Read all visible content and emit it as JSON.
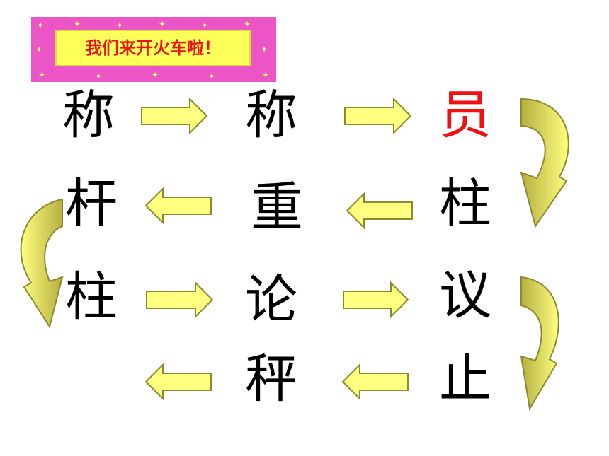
{
  "banner": {
    "title": "我们来开火车啦！"
  },
  "rows": [
    {
      "chars": [
        "称",
        "称",
        "员"
      ]
    },
    {
      "chars": [
        "杆",
        "重",
        "柱"
      ]
    },
    {
      "chars": [
        "柱",
        "论",
        "议"
      ]
    },
    {
      "chars": [
        "秤",
        "止"
      ]
    }
  ],
  "colors": {
    "banner_bg": "#ec55c5",
    "banner_panel": "#ffff5a",
    "banner_text": "#e8161b",
    "arrow_fill": "#ffff80",
    "arrow_stroke": "#8a8a30",
    "curve_shadow": "#b5b040",
    "highlight_char": "#f01010"
  }
}
